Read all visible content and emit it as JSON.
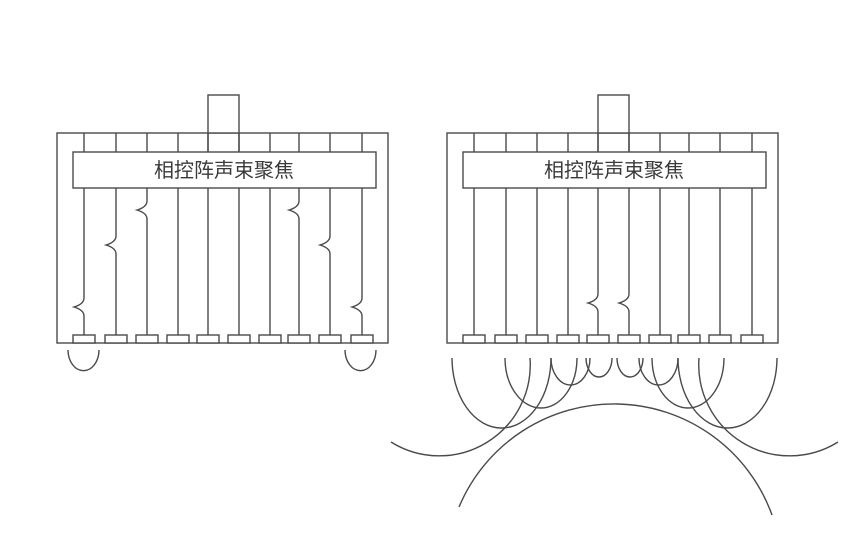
{
  "left_diagram": {
    "label": "相控阵声束聚焦",
    "delayed_elements": [
      1,
      2,
      3,
      8,
      9,
      10
    ]
  },
  "right_diagram": {
    "label": "相控阵声束聚焦",
    "delayed_elements": [
      5,
      6
    ]
  },
  "colors": {
    "stroke": "#4a4a4a",
    "background": "#ffffff"
  }
}
